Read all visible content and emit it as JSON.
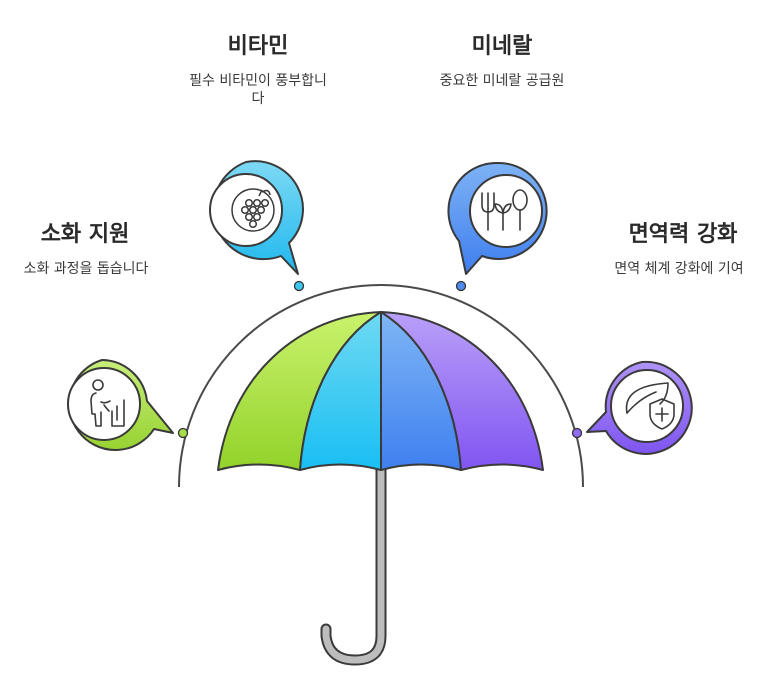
{
  "items": [
    {
      "title": "비타민",
      "description": "필수 비타민이 풍부합니다",
      "icon": "grapes-icon",
      "color": "#3ec6f0"
    },
    {
      "title": "미네랄",
      "description": "중요한 미네랄 공급원",
      "icon": "fork-and-plant-icon",
      "color": "#4f8cf0"
    },
    {
      "title": "소화 지원",
      "description": "소화 과정을 돕습니다",
      "icon": "person-digestion-icon",
      "color": "#a7dc4a"
    },
    {
      "title": "면역력 강화",
      "description": "면역 체계 강화에 기여",
      "icon": "leaf-shield-icon",
      "color": "#8e6cf3"
    }
  ]
}
